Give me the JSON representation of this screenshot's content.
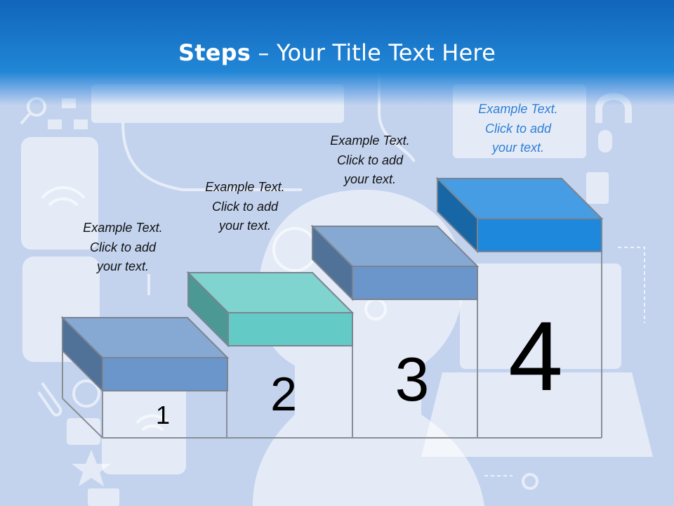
{
  "slide": {
    "title_bold": "Steps",
    "title_rest": " – Your Title Text Here"
  },
  "steps": [
    {
      "number": "1",
      "caption": [
        "Example Text.",
        "Click  to add",
        "your text."
      ],
      "color": "#6b96cb"
    },
    {
      "number": "2",
      "caption": [
        "Example Text.",
        "Click  to add",
        "your text."
      ],
      "color": "#64cac6"
    },
    {
      "number": "3",
      "caption": [
        "Example Text.",
        "Click  to add",
        "your text."
      ],
      "color": "#6b96cb"
    },
    {
      "number": "4",
      "caption": [
        "Example Text.",
        "Click  to add",
        "your text."
      ],
      "color": "#1e88dd"
    }
  ],
  "colors": {
    "header": "#1a78c8",
    "background": "#c3d3ee",
    "background_icons": "#ffffff",
    "step4_caption": "#2f7fd6"
  },
  "background_icons": [
    "search-icon",
    "sitemap-icon",
    "monitor-icon",
    "smartphone-icon",
    "wifi-icon",
    "keypad-phone-icon",
    "globe-icon",
    "paperclip-icon",
    "camera-icon",
    "star-icon",
    "document-icon",
    "gear-icon",
    "headphones-icon",
    "microphone-icon",
    "speaker-icon",
    "laptop-icon",
    "person-silhouette-icon"
  ]
}
